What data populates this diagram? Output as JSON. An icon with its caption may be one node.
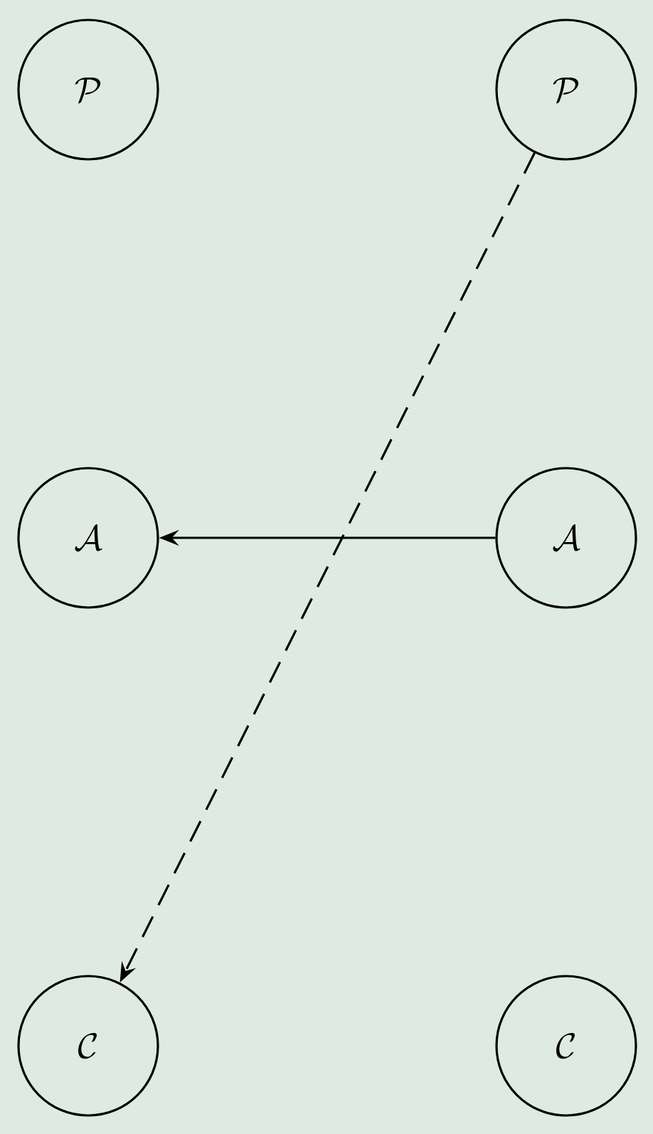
{
  "diagram": {
    "nodes": [
      {
        "text": [
          "\\mathcal{P}"
        ]
      },
      {
        "text": [
          "\\mathcal{P}"
        ]
      },
      {
        "text": [
          "\\mathcal{A}"
        ]
      },
      {
        "text": [
          "\\mathcal{A}"
        ]
      },
      {
        "text": [
          "\\mathcal{C}"
        ]
      },
      {
        "text": [
          "\\mathcal{C}"
        ]
      }
    ],
    "edges": [
      {
        "from": 3,
        "to": 2,
        "arrow": "to"
      },
      {
        "from": 1,
        "to": 4,
        "arrow": "to",
        "style": "dashed"
      }
    ]
  }
}
